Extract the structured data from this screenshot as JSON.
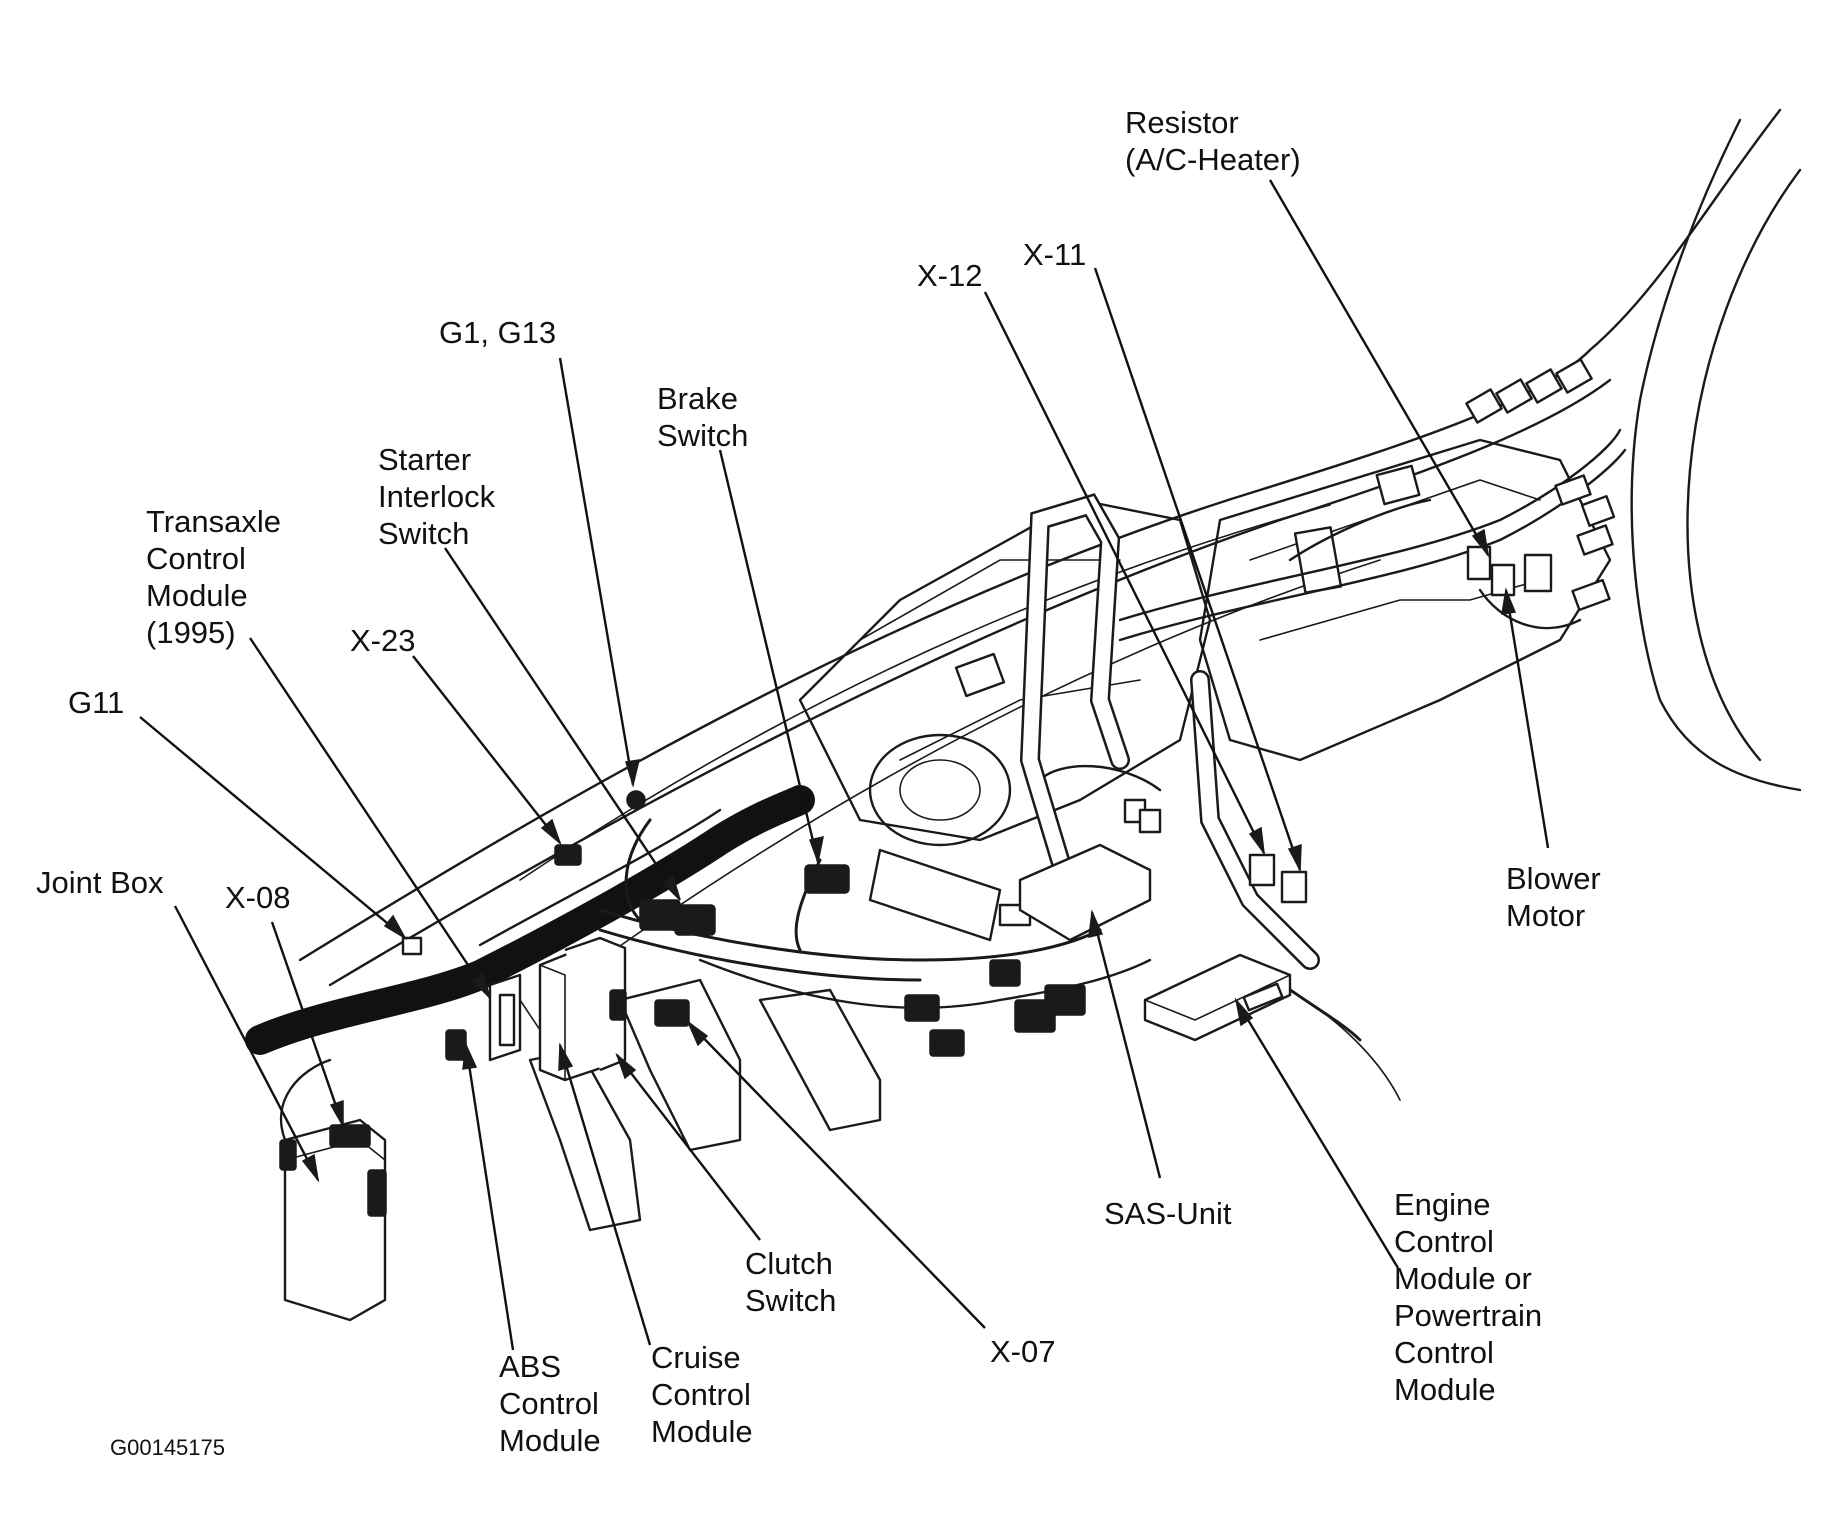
{
  "diagram": {
    "figure_id": "G00145175",
    "labels": [
      {
        "id": "resistor",
        "lines": [
          "Resistor",
          "(A/C-Heater)"
        ]
      },
      {
        "id": "x11",
        "lines": [
          "X-11"
        ]
      },
      {
        "id": "x12",
        "lines": [
          "X-12"
        ]
      },
      {
        "id": "g1-g13",
        "lines": [
          "G1, G13"
        ]
      },
      {
        "id": "brake-switch",
        "lines": [
          "Brake",
          "Switch"
        ]
      },
      {
        "id": "starter-interlock",
        "lines": [
          "Starter",
          "Interlock",
          "Switch"
        ]
      },
      {
        "id": "tcm",
        "lines": [
          "Transaxle",
          "Control",
          "Module",
          "(1995)"
        ]
      },
      {
        "id": "x23",
        "lines": [
          "X-23"
        ]
      },
      {
        "id": "g11",
        "lines": [
          "G11"
        ]
      },
      {
        "id": "joint-box",
        "lines": [
          "Joint Box"
        ]
      },
      {
        "id": "x08",
        "lines": [
          "X-08"
        ]
      },
      {
        "id": "blower-motor",
        "lines": [
          "Blower",
          "Motor"
        ]
      },
      {
        "id": "sas-unit",
        "lines": [
          "SAS-Unit"
        ]
      },
      {
        "id": "ecm-pcm",
        "lines": [
          "Engine",
          "Control",
          "Module or",
          "Powertrain",
          "Control",
          "Module"
        ]
      },
      {
        "id": "clutch-switch",
        "lines": [
          "Clutch",
          "Switch"
        ]
      },
      {
        "id": "x07",
        "lines": [
          "X-07"
        ]
      },
      {
        "id": "cruise-control",
        "lines": [
          "Cruise",
          "Control",
          "Module"
        ]
      },
      {
        "id": "abs-control",
        "lines": [
          "ABS",
          "Control",
          "Module"
        ]
      }
    ]
  }
}
